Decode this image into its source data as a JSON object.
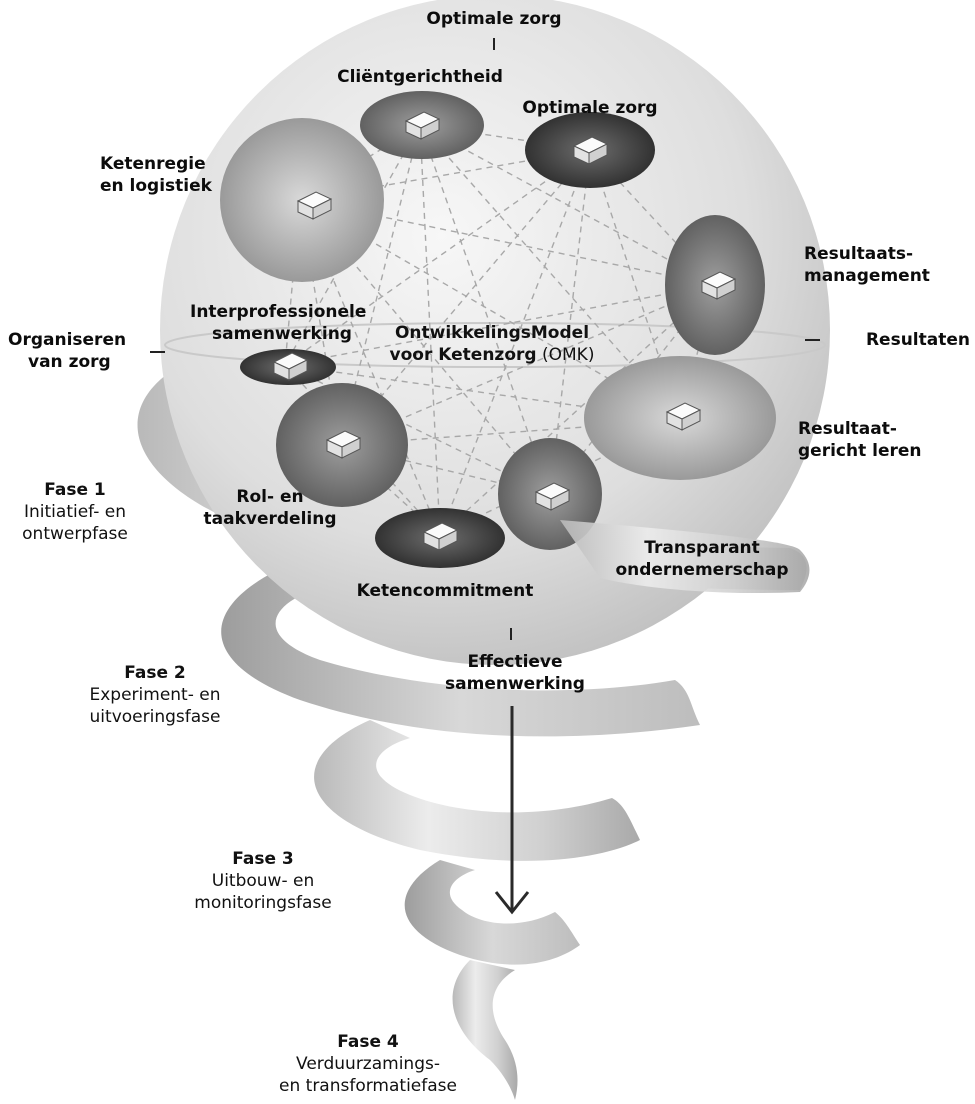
{
  "axes": {
    "top": "Optimale zorg",
    "right": "Resultaten",
    "left": [
      "Organiseren",
      "van zorg"
    ],
    "bottom": [
      "Effectieve",
      "samenwerking"
    ]
  },
  "center": {
    "line1": "OntwikkelingsModel",
    "line2_bold": "voor Ketenzorg",
    "line2_abbr": "(OMK)"
  },
  "elements": {
    "clientgerichtheid": "Cliëntgerichtheid",
    "optimale_zorg": "Optimale zorg",
    "ketenregie": [
      "Ketenregie",
      "en logistiek"
    ],
    "resultaatsmanagement": [
      "Resultaats-",
      "management"
    ],
    "interprofessionele": [
      "Interprofessionele",
      "samenwerking"
    ],
    "resultaatgericht": [
      "Resultaat-",
      "gericht leren"
    ],
    "rol": [
      "Rol- en",
      "taakverdeling"
    ],
    "transparant": [
      "Transparant",
      "ondernemerschap"
    ],
    "ketencommitment": "Ketencommitment"
  },
  "phases": [
    {
      "title": "Fase 1",
      "desc": [
        "Initiatief- en",
        "ontwerpfase"
      ]
    },
    {
      "title": "Fase 2",
      "desc": [
        "Experiment- en",
        "uitvoeringsfase"
      ]
    },
    {
      "title": "Fase 3",
      "desc": [
        "Uitbouw- en",
        "monitoringsfase"
      ]
    },
    {
      "title": "Fase 4",
      "desc": [
        "Verduurzamings-",
        "en transformatiefase"
      ]
    }
  ]
}
